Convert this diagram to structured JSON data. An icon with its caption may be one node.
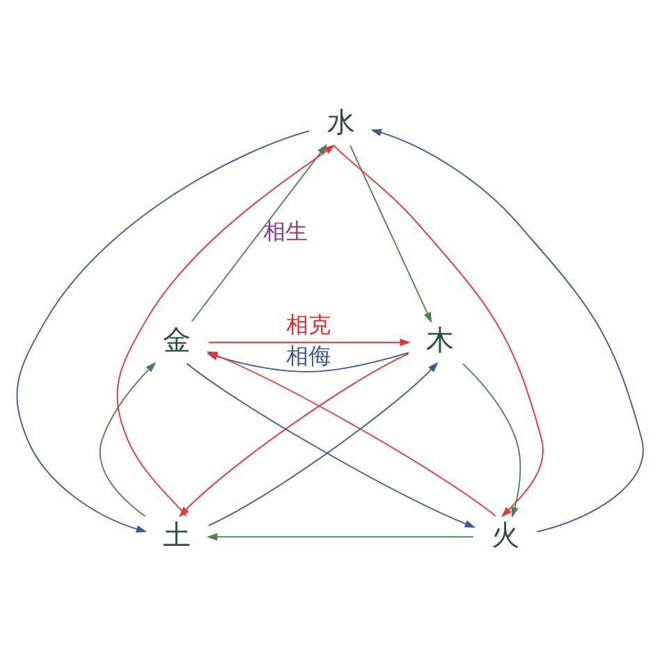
{
  "diagram": {
    "nodes": [
      {
        "text": [
          "水"
        ]
      },
      {
        "text": [
          "金"
        ]
      },
      {
        "text": [
          "木"
        ]
      },
      {
        "text": [
          "土"
        ]
      },
      {
        "text": [
          "火"
        ]
      }
    ],
    "edges": [
      {
        "from": 1,
        "to": 0,
        "arrow": "to",
        "label": "相生",
        "color": "#4f7f4f"
      },
      {
        "from": 0,
        "to": 2,
        "arrow": "to",
        "color": "#4f7f4f"
      },
      {
        "from": 2,
        "to": 4,
        "arrow": "to",
        "color": "#4f7f4f"
      },
      {
        "from": 4,
        "to": 3,
        "arrow": "to",
        "color": "#4f7f4f"
      },
      {
        "from": 3,
        "to": 1,
        "arrow": "to",
        "color": "#4f7f4f"
      },
      {
        "from": 1,
        "to": 2,
        "arrow": "to",
        "label": "相克",
        "color": "#e8323a"
      },
      {
        "from": 2,
        "to": 3,
        "arrow": "to",
        "color": "#e8323a"
      },
      {
        "from": 3,
        "to": 0,
        "arrow": "to",
        "color": "#e8323a"
      },
      {
        "from": 0,
        "to": 4,
        "arrow": "to",
        "color": "#e8323a"
      },
      {
        "from": 4,
        "to": 1,
        "arrow": "to",
        "color": "#e8323a"
      },
      {
        "from": 2,
        "to": 1,
        "arrow": "to",
        "label": "相侮",
        "color": "#3d5a8a"
      },
      {
        "from": 1,
        "to": 4,
        "arrow": "to",
        "color": "#3d5a8a"
      },
      {
        "from": 4,
        "to": 0,
        "arrow": "to",
        "color": "#3d5a8a"
      },
      {
        "from": 0,
        "to": 3,
        "arrow": "to",
        "color": "#3d5a8a"
      },
      {
        "from": 3,
        "to": 2,
        "arrow": "to",
        "color": "#3d5a8a"
      }
    ]
  }
}
